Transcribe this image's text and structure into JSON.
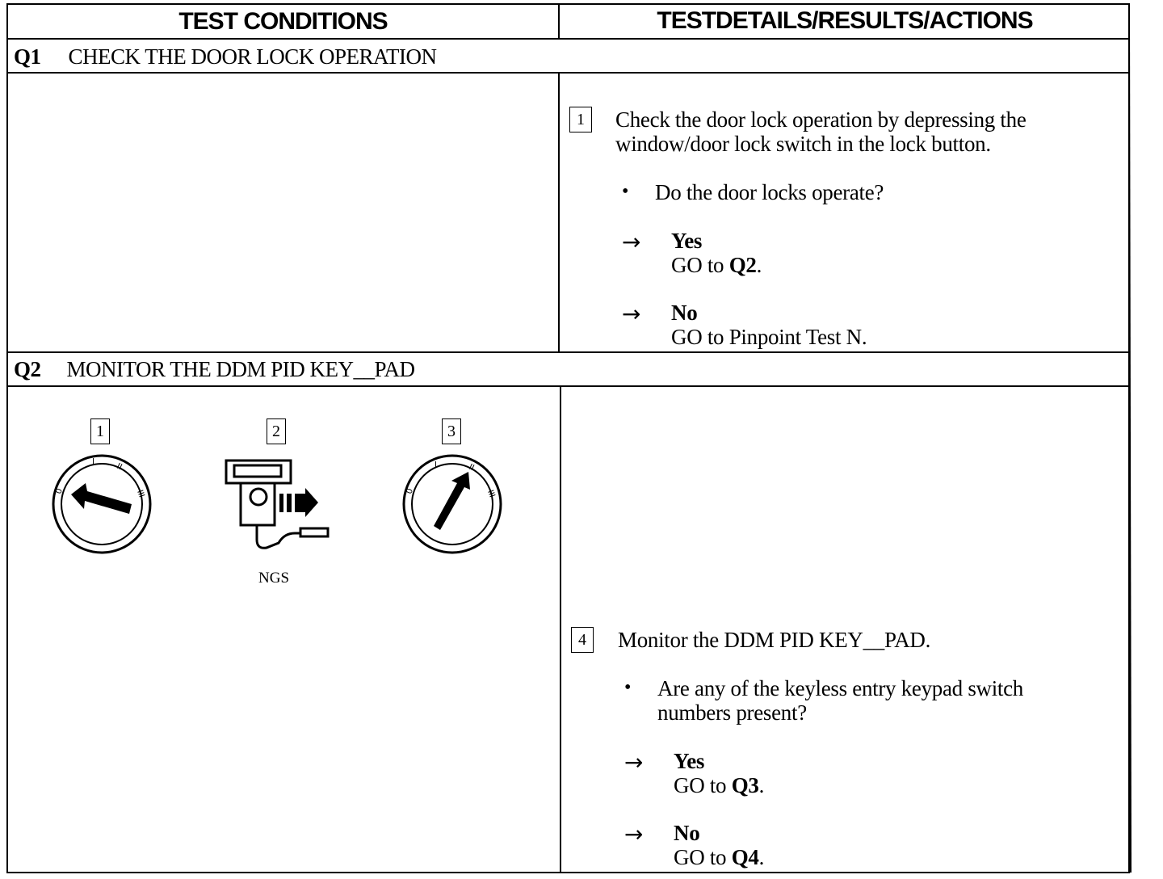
{
  "header": {
    "left": "TEST CONDITIONS",
    "right": "TESTDETAILS/RESULTS/ACTIONS"
  },
  "q1": {
    "id": "Q1",
    "title": "CHECK THE DOOR LOCK OPERATION",
    "step_num": "1",
    "step_text_1": "Check the door lock operation by depressing the",
    "step_text_2": "window/door lock switch in the lock button.",
    "bullet": "•",
    "question": "Do the door locks operate?",
    "arrow": "→",
    "yes_label": "Yes",
    "yes_go": "GO to ",
    "yes_target": "Q2",
    "yes_end": ".",
    "no_label": "No",
    "no_text": "GO to Pinpoint Test N."
  },
  "q2": {
    "id": "Q2",
    "title": "MONITOR THE DDM PID KEY__PAD",
    "illus": {
      "label_1": "1",
      "label_2": "2",
      "label_3": "3",
      "ngs": "NGS",
      "ign_marks": [
        "0",
        "I",
        "II",
        "III"
      ]
    },
    "step_num": "4",
    "step_text": "Monitor the DDM PID KEY__PAD.",
    "bullet": "•",
    "question_1": "Are any of the keyless entry keypad switch",
    "question_2": "numbers present?",
    "arrow": "→",
    "yes_label": "Yes",
    "yes_go": "GO to ",
    "yes_target": "Q3",
    "yes_end": ".",
    "no_label": "No",
    "no_go": "GO to ",
    "no_target": "Q4",
    "no_end": "."
  }
}
